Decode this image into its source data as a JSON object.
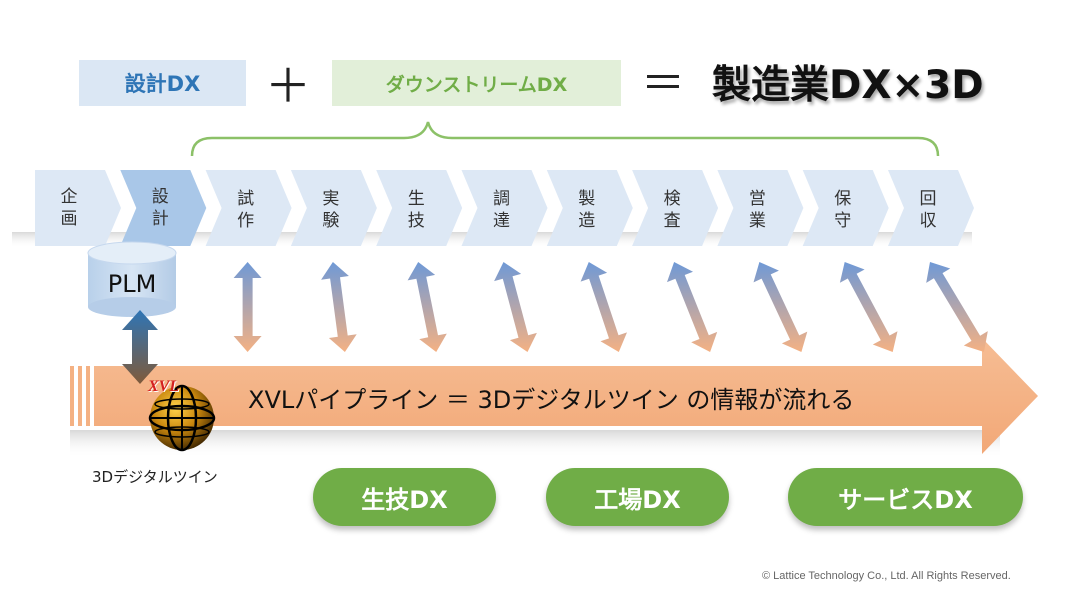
{
  "header": {
    "design_dx": "設計DX",
    "plus": "＋",
    "downstream_dx": "ダウンストリームDX",
    "equals": "＝",
    "result": "製造業DX×3D"
  },
  "process_steps": [
    {
      "id": "kikaku",
      "label": "企\n画",
      "highlight": false
    },
    {
      "id": "sekkei",
      "label": "設\n計",
      "highlight": true
    },
    {
      "id": "shisaku",
      "label": "試\n作",
      "highlight": false
    },
    {
      "id": "jikken",
      "label": "実\n験",
      "highlight": false
    },
    {
      "id": "seigi",
      "label": "生\n技",
      "highlight": false
    },
    {
      "id": "chotatsu",
      "label": "調\n達",
      "highlight": false
    },
    {
      "id": "seizo",
      "label": "製\n造",
      "highlight": false
    },
    {
      "id": "kensa",
      "label": "検\n査",
      "highlight": false
    },
    {
      "id": "eigyo",
      "label": "営\n業",
      "highlight": false
    },
    {
      "id": "hoshu",
      "label": "保\n守",
      "highlight": false
    },
    {
      "id": "kaishu",
      "label": "回\n収",
      "highlight": false
    }
  ],
  "plm": "PLM",
  "xvl_logo": "XVL",
  "pipeline": "XVLパイプライン ＝ 3Dデジタルツイン の情報が流れる",
  "twin_caption": "3Dデジタルツイン",
  "dx_buttons": {
    "seigi": "生技DX",
    "kojo": "工場DX",
    "service": "サービスDX"
  },
  "copyright": "© Lattice Technology Co., Ltd. All Rights Reserved.",
  "colors": {
    "design_blue": "#2e75b6",
    "downstream_green": "#70ad47",
    "pipeline_orange": "#f4b183",
    "step_light": "#dde8f5",
    "step_dark": "#a9c7e8"
  }
}
